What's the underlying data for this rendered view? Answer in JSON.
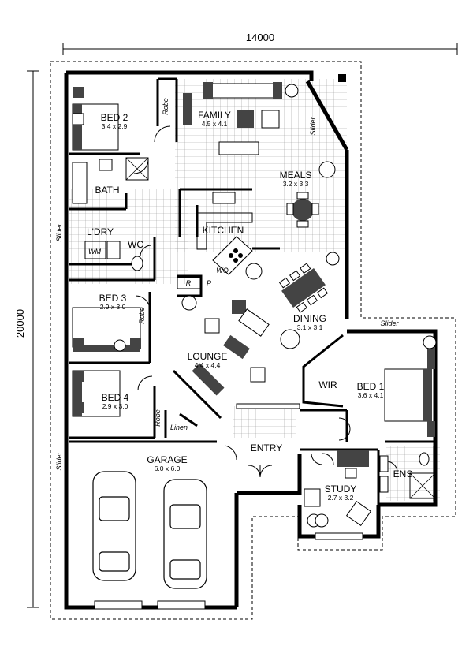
{
  "dimensions": {
    "width_label": "14000",
    "height_label": "20000"
  },
  "rooms": {
    "bed2": {
      "name": "BED 2",
      "size": "3.4 x 2.9"
    },
    "family": {
      "name": "FAMILY",
      "size": "4.5 x 4.1"
    },
    "meals": {
      "name": "MEALS",
      "size": "3.2 x 3.3"
    },
    "bath": {
      "name": "BATH"
    },
    "ldry": {
      "name": "L'DRY"
    },
    "wc": {
      "name": "WC"
    },
    "kitchen": {
      "name": "KITCHEN"
    },
    "bed3": {
      "name": "BED 3",
      "size": "2.9 x 3.0"
    },
    "dining": {
      "name": "DINING",
      "size": "3.1 x 3.1"
    },
    "lounge": {
      "name": "LOUNGE",
      "size": "4.4 x 4.4"
    },
    "wir": {
      "name": "WIR"
    },
    "bed1": {
      "name": "BED 1",
      "size": "3.6 x 4.1"
    },
    "bed4": {
      "name": "BED 4",
      "size": "2.9 x 3.0"
    },
    "garage": {
      "name": "GARAGE",
      "size": "6.0 x 6.0"
    },
    "entry": {
      "name": "ENTRY"
    },
    "study": {
      "name": "STUDY",
      "size": "2.7 x 3.2"
    },
    "ens": {
      "name": "ENS"
    }
  },
  "annotations": {
    "robe_bed2": "Robe",
    "robe_bed3": "Robe",
    "robe_bed4": "Robe",
    "linen": "Linen",
    "wm": "WM",
    "wo": "WO",
    "r": "R",
    "p": "P",
    "slider_family": "Slider",
    "slider_ldry": "Slider",
    "slider_bed1": "Slider",
    "slider_garage": "Slider"
  }
}
